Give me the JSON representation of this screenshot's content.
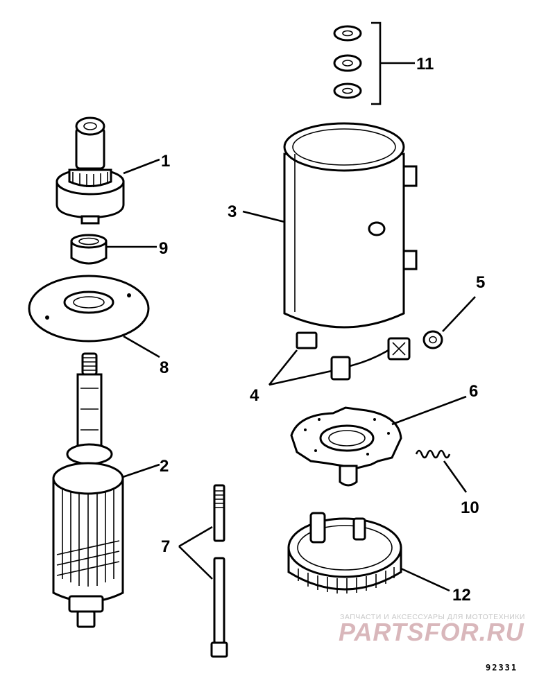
{
  "diagram": {
    "callouts": {
      "c1": "1",
      "c2": "2",
      "c3": "3",
      "c4": "4",
      "c5": "5",
      "c6": "6",
      "c7": "7",
      "c8": "8",
      "c9": "9",
      "c10": "10",
      "c11": "11",
      "c12": "12"
    },
    "figure_number": "92331"
  },
  "watermark": {
    "caption": "ЗАПЧАСТИ И АКСЕССУАРЫ ДЛЯ МОТОТЕХНИКИ",
    "logo_text": "PARTSFOR.RU"
  }
}
